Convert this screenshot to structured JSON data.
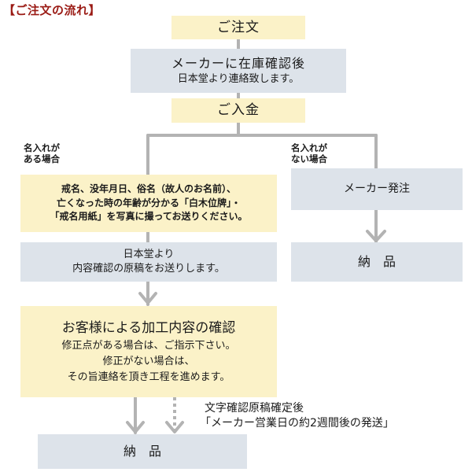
{
  "title": "【ご注文の流れ】",
  "steps": {
    "order": "ご注文",
    "maker_check": {
      "line1": "メーカーに在庫確認後",
      "line2": "日本堂より連絡致します。"
    },
    "payment": "ご入金"
  },
  "branch_left": {
    "label_line1": "名入れが",
    "label_line2": "ある場合",
    "info": {
      "line1": "戒名、没年月日、俗名（故人のお名前）、",
      "line2": "亡くなった時の年齢が分かる「白木位牌」・",
      "line3": "「戒名用紙」を写真に撮ってお送りください。"
    },
    "proof": {
      "line1": "日本堂より",
      "line2": "内容確認の原稿をお送りします。"
    },
    "confirm": {
      "heading": "お客様による加工内容の確認",
      "line1": "修正点がある場合は、ご指示下さい。",
      "line2": "修正がない場合は、",
      "line3": "その旨連絡を頂き工程を進めます。"
    },
    "delivery": "納　品",
    "note": {
      "line1": "文字確認原稿確定後",
      "line2": "「メーカー営業日の約2週間後の発送」"
    }
  },
  "branch_right": {
    "label_line1": "名入れが",
    "label_line2": "ない場合",
    "maker_order": "メーカー発注",
    "delivery": "納　品"
  },
  "colors": {
    "yellow_box": "#fbf2c8",
    "gray_box": "#dde3ea",
    "title": "#9a1a14",
    "connector": "#b3b3b3"
  }
}
